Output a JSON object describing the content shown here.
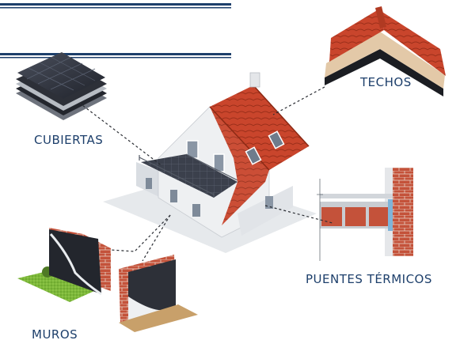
{
  "labels": {
    "cubiertas": "CUBIERTAS",
    "techos": "TECHOS",
    "puentes": "PUENTES TÉRMICOS",
    "muros": "MUROS"
  },
  "colors": {
    "label_text": "#1d3f6b",
    "rule_lines": "#1d3f6b",
    "roof_tile": "#c9452c",
    "brick": "#c4523a",
    "insulation_board": "#2d3038",
    "wall": "#e9ecef",
    "grass": "#7db83a"
  }
}
